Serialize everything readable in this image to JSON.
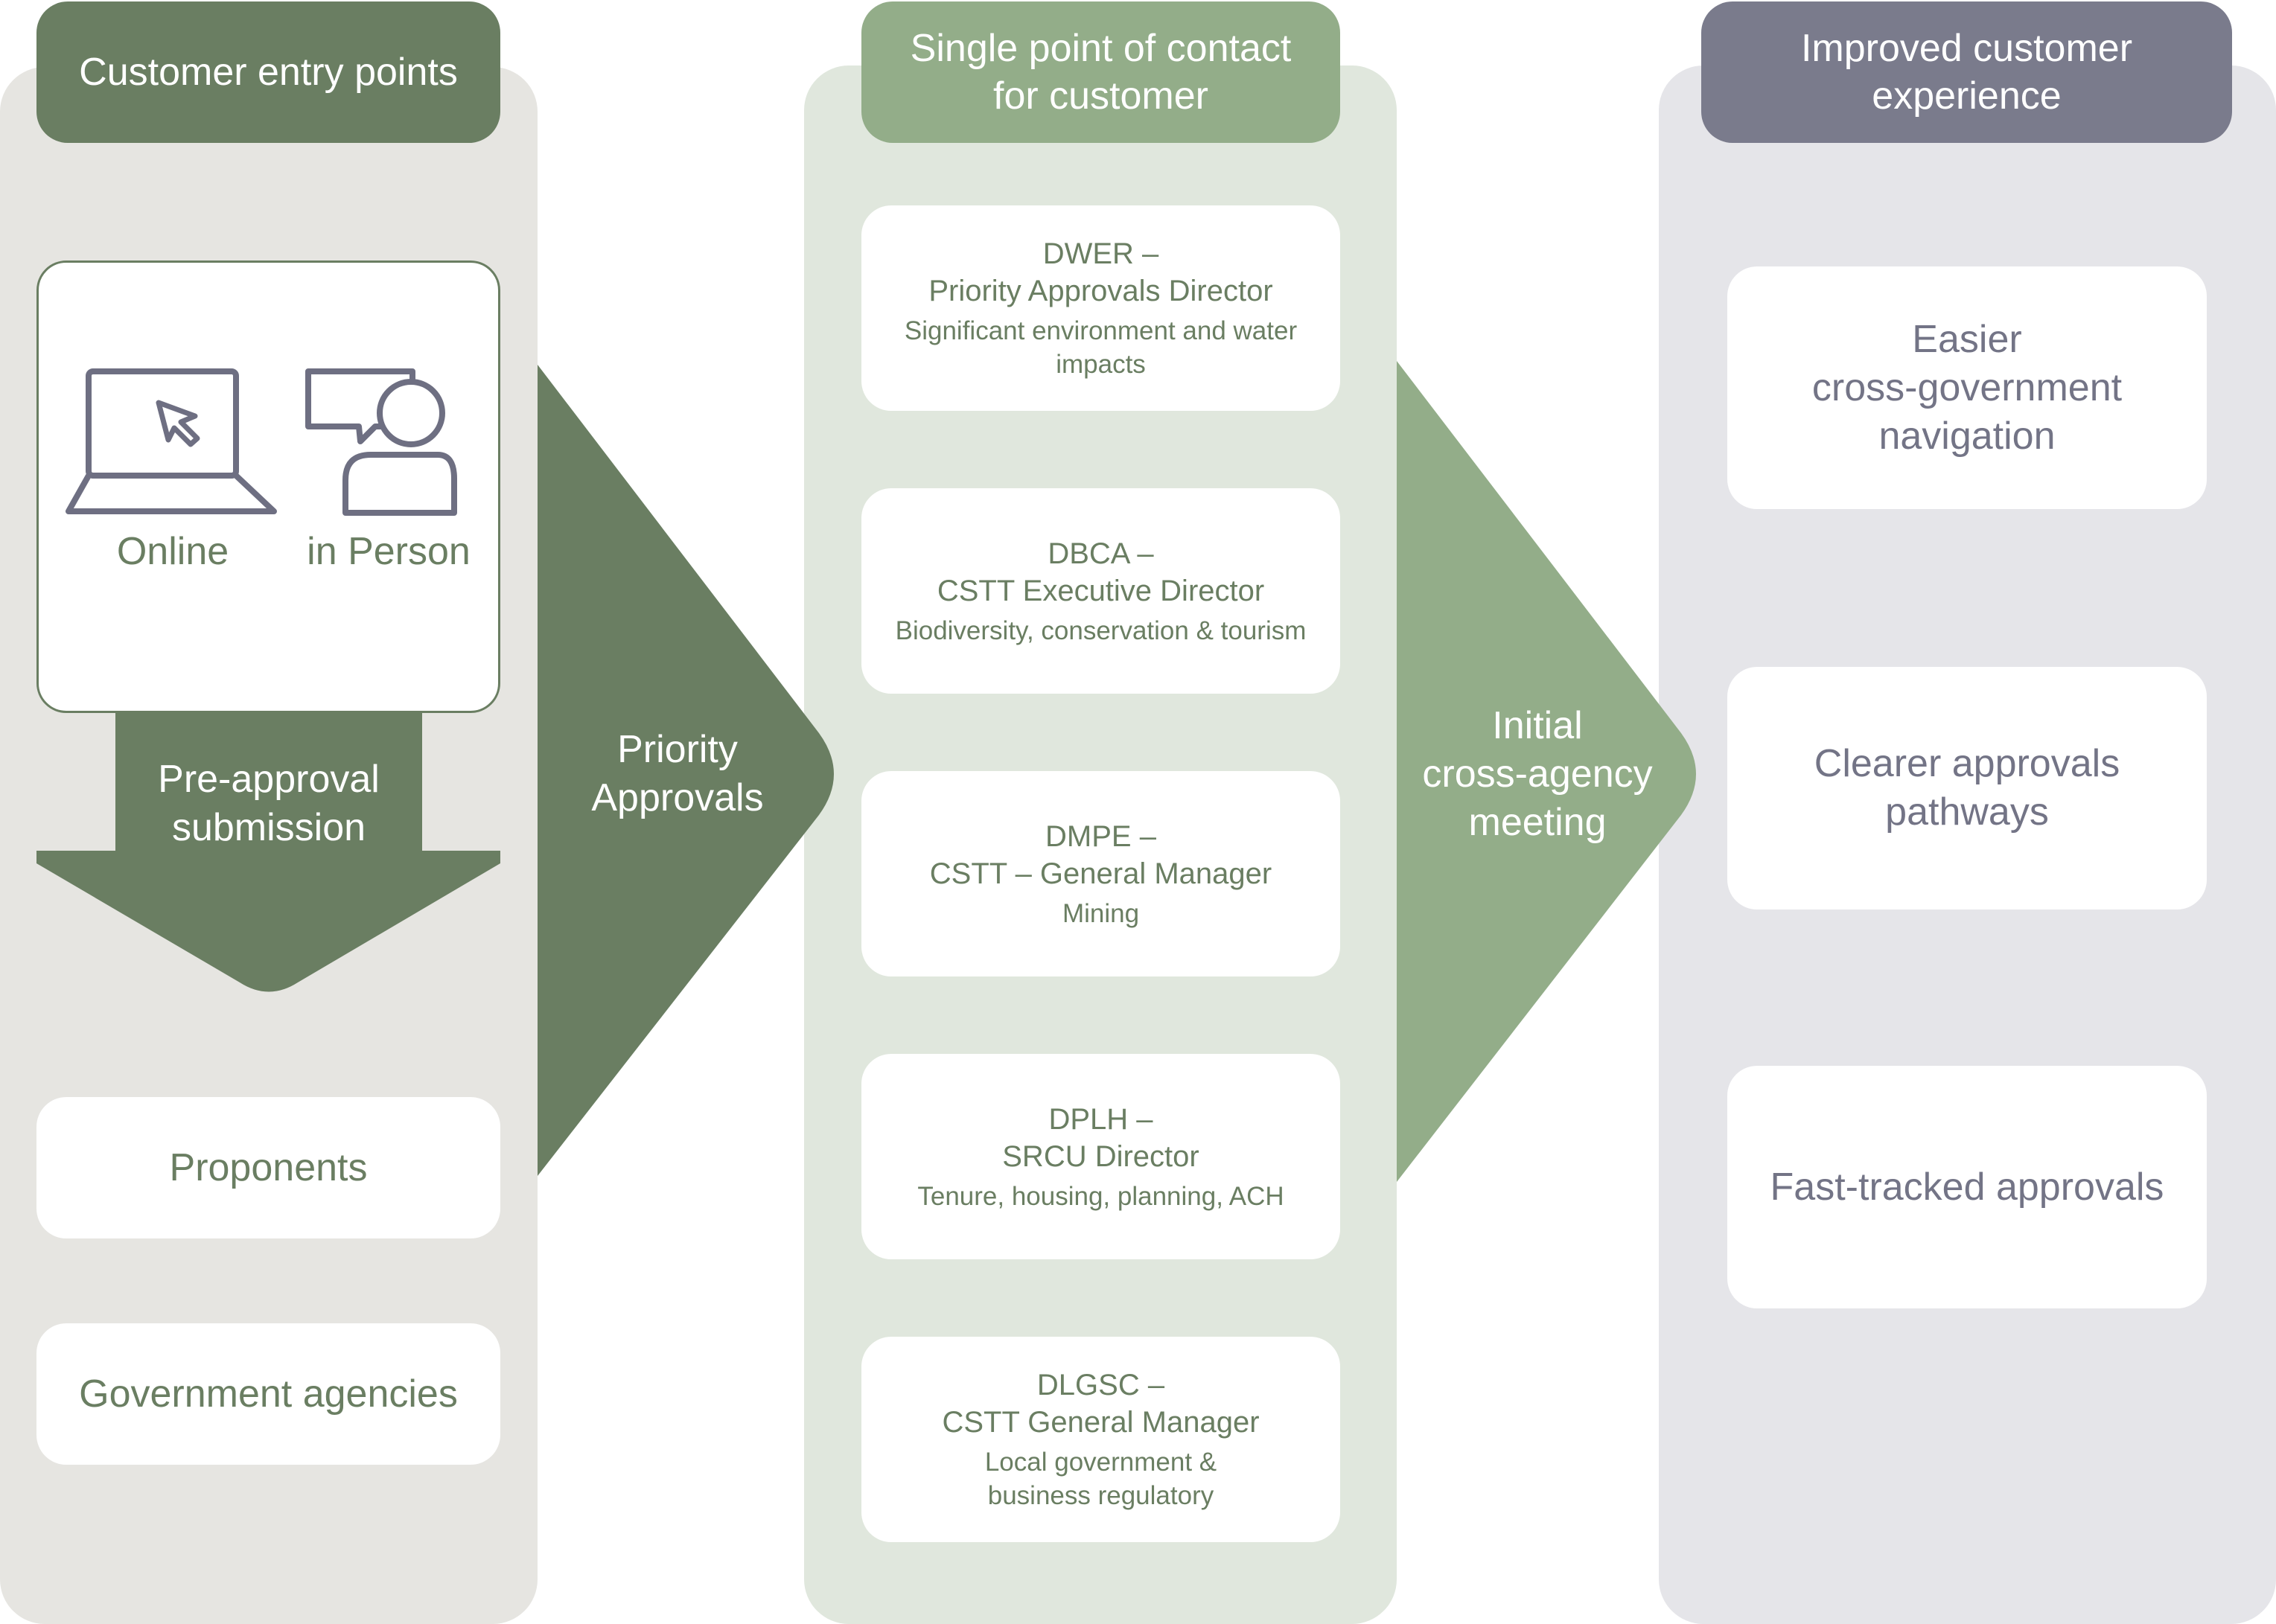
{
  "columns": {
    "entry": {
      "header": "Customer entry points",
      "online_label": "Online",
      "in_person_label": "in Person",
      "down_arrow_label_line1": "Pre-approval",
      "down_arrow_label_line2": "submission",
      "cards": [
        "Proponents",
        "Government agencies"
      ]
    },
    "contact": {
      "header_line1": "Single point of contact",
      "header_line2": "for customer",
      "cards": [
        {
          "agency": "DWER –",
          "role": "Priority Approvals Director",
          "focus": [
            "Significant environment and water",
            "impacts"
          ]
        },
        {
          "agency": "DBCA –",
          "role": "CSTT Executive Director",
          "focus": [
            "Biodiversity, conservation & tourism"
          ]
        },
        {
          "agency": "DMPE –",
          "role": "CSTT – General Manager",
          "focus": [
            "Mining"
          ]
        },
        {
          "agency": "DPLH –",
          "role": "SRCU Director",
          "focus": [
            "Tenure, housing, planning, ACH"
          ]
        },
        {
          "agency": "DLGSC –",
          "role": "CSTT General Manager",
          "focus": [
            "Local government &",
            "business regulatory"
          ]
        }
      ]
    },
    "experience": {
      "header_line1": "Improved customer",
      "header_line2": "experience",
      "cards": [
        [
          "Easier",
          "cross-government",
          "navigation"
        ],
        [
          "Clearer approvals",
          "pathways"
        ],
        [
          "Fast-tracked approvals"
        ]
      ]
    }
  },
  "arrows": {
    "priority": {
      "line1": "Priority",
      "line2": "Approvals"
    },
    "meeting": {
      "line1": "Initial",
      "line2": "cross-agency",
      "line3": "meeting"
    }
  },
  "colors": {
    "dark_green": "#6a7e62",
    "light_green": "#93ad89",
    "slate": "#7a7b8c",
    "icon_stroke": "#6e6f82"
  },
  "icons": [
    "laptop-cursor-icon",
    "person-speech-bubble-icon"
  ]
}
